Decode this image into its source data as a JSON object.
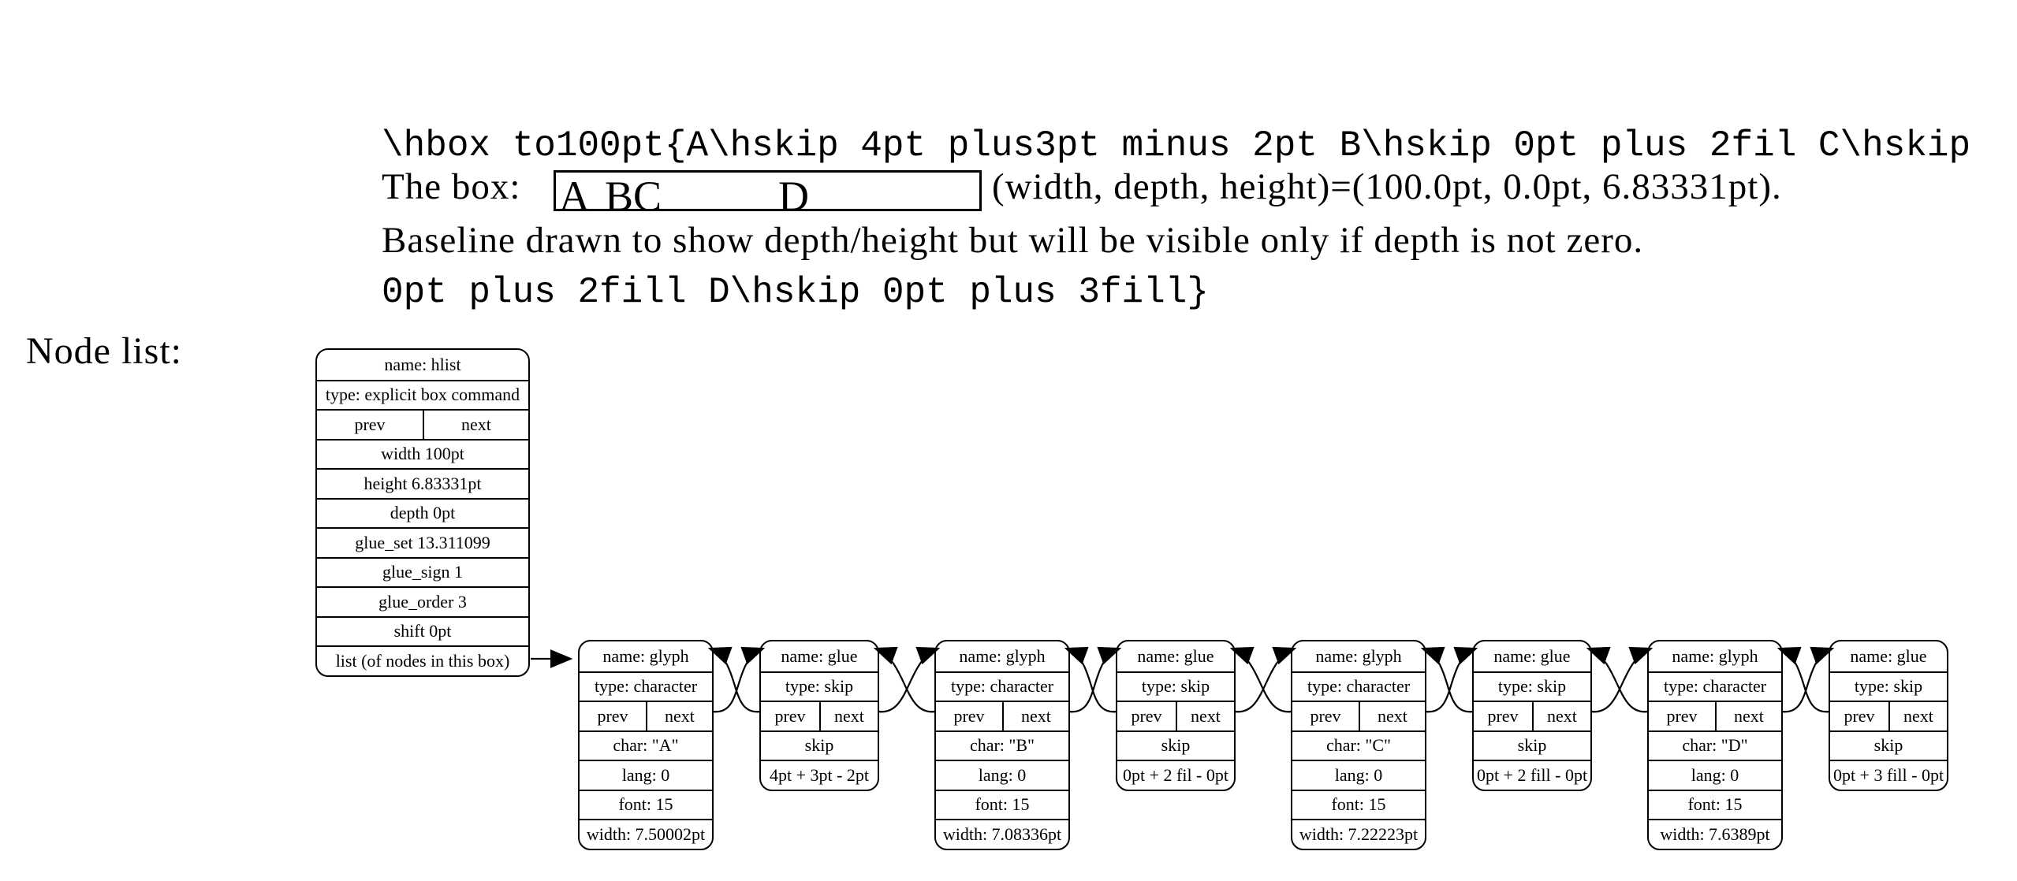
{
  "code": {
    "line1": "\\hbox to100pt{A\\hskip 4pt plus3pt minus 2pt B\\hskip 0pt plus 2fil C\\hskip",
    "line2": "0pt plus 2fill D\\hskip 0pt plus 3fill}"
  },
  "description": {
    "prefix": "The box:",
    "box_letters": [
      "A",
      "BC",
      "D"
    ],
    "suffix": "(width, depth, height)=(100.0pt, 0.0pt, 6.83331pt).",
    "line2": "Baseline drawn to show depth/height but will be visible only if depth is not zero."
  },
  "node_list_label": "Node list:",
  "hlist_node": {
    "kind": "hlist",
    "name_row": "name: hlist",
    "type_row": "type: explicit box command",
    "prev_label": "prev",
    "next_label": "next",
    "field_rows": [
      "width 100pt",
      "height 6.83331pt",
      "depth 0pt",
      "glue_set 13.311099",
      "glue_sign 1",
      "glue_order 3",
      "shift 0pt",
      "list (of nodes in this box)"
    ]
  },
  "chain": [
    {
      "kind": "glyph",
      "name_row": "name: glyph",
      "type_row": "type: character",
      "prev_label": "prev",
      "next_label": "next",
      "field_rows": [
        "char: \"A\"",
        "lang: 0",
        "font: 15",
        "width: 7.50002pt"
      ]
    },
    {
      "kind": "glue",
      "name_row": "name: glue",
      "type_row": "type: skip",
      "prev_label": "prev",
      "next_label": "next",
      "field_rows": [
        "skip",
        "4pt + 3pt - 2pt"
      ]
    },
    {
      "kind": "glyph",
      "name_row": "name: glyph",
      "type_row": "type: character",
      "prev_label": "prev",
      "next_label": "next",
      "field_rows": [
        "char: \"B\"",
        "lang: 0",
        "font: 15",
        "width: 7.08336pt"
      ]
    },
    {
      "kind": "glue",
      "name_row": "name: glue",
      "type_row": "type: skip",
      "prev_label": "prev",
      "next_label": "next",
      "field_rows": [
        "skip",
        "0pt + 2 fil - 0pt"
      ]
    },
    {
      "kind": "glyph",
      "name_row": "name: glyph",
      "type_row": "type: character",
      "prev_label": "prev",
      "next_label": "next",
      "field_rows": [
        "char: \"C\"",
        "lang: 0",
        "font: 15",
        "width: 7.22223pt"
      ]
    },
    {
      "kind": "glue",
      "name_row": "name: glue",
      "type_row": "type: skip",
      "prev_label": "prev",
      "next_label": "next",
      "field_rows": [
        "skip",
        "0pt + 2 fill - 0pt"
      ]
    },
    {
      "kind": "glyph",
      "name_row": "name: glyph",
      "type_row": "type: character",
      "prev_label": "prev",
      "next_label": "next",
      "field_rows": [
        "char: \"D\"",
        "lang: 0",
        "font: 15",
        "width: 7.6389pt"
      ]
    },
    {
      "kind": "glue",
      "name_row": "name: glue",
      "type_row": "type: skip",
      "prev_label": "prev",
      "next_label": "next",
      "field_rows": [
        "skip",
        "0pt + 3 fill - 0pt"
      ]
    }
  ],
  "colors": {
    "ink": "#000000",
    "paper": "#ffffff"
  }
}
